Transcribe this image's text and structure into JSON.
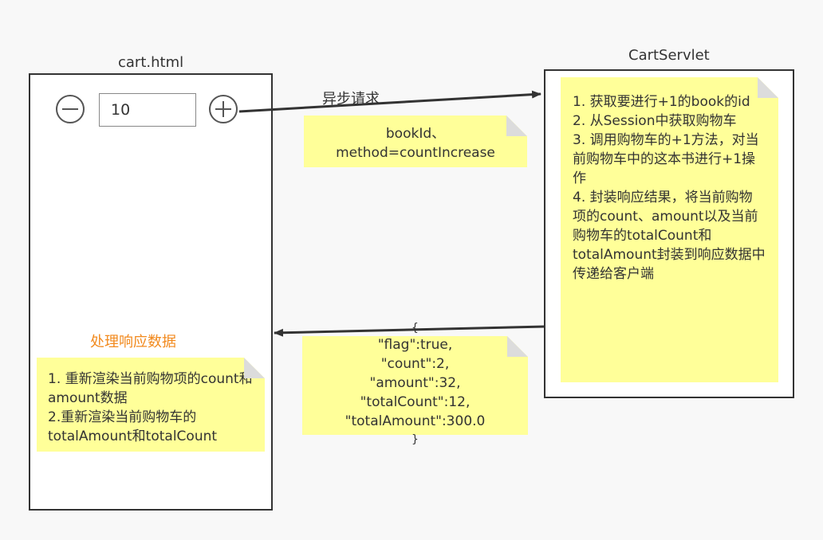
{
  "client": {
    "title": "cart.html",
    "quantity": "10",
    "response_title": "处理响应数据",
    "response_steps": [
      "1.  重新渲染当前购物项的count和amount数据",
      "2.重新渲染当前购物车的totalAmount和totalCount"
    ]
  },
  "server": {
    "title": "CartServlet",
    "steps": [
      "1. 获取要进行+1的book的id",
      "2. 从Session中获取购物车",
      "3. 调用购物车的+1方法，对当前购物车中的这本书进行+1操作",
      "4. 封装响应结果，将当前购物项的count、amount以及当前购物车的totalCount和totalAmount封装到响应数据中传递给客户端"
    ]
  },
  "request": {
    "label": "异步请求",
    "params": [
      "bookId、",
      "method=countIncrease"
    ]
  },
  "response": {
    "lines": [
      "{",
      "\"flag\":true,",
      "\"count\":2,",
      "\"amount\":32,",
      "\"totalCount\":12,",
      "\"totalAmount\":300.0",
      "}"
    ]
  },
  "colors": {
    "note_bg": "#ffff99",
    "accent_orange": "#f28a1e",
    "stroke": "#333333"
  }
}
